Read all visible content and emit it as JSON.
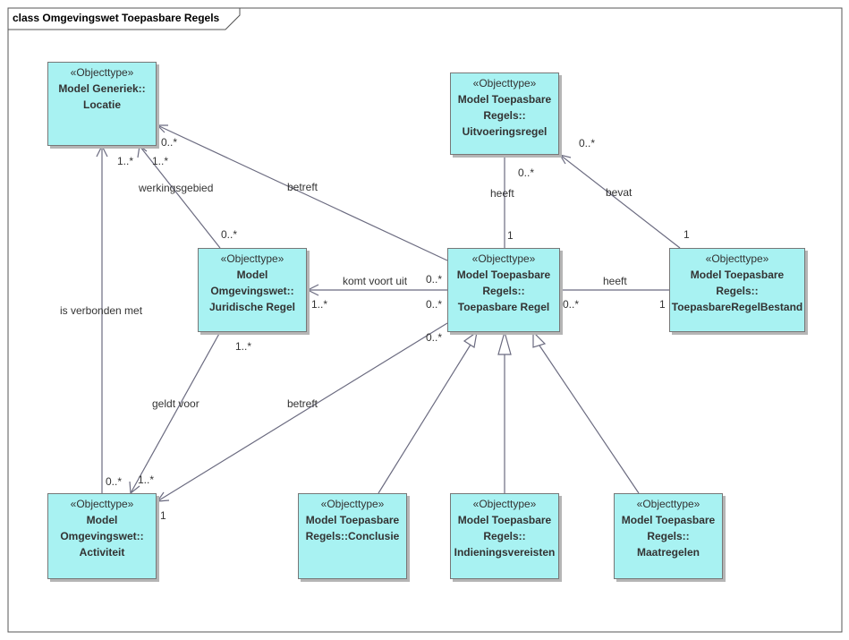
{
  "frame": {
    "title": "class Omgevingswet Toepasbare Regels"
  },
  "classes": [
    {
      "id": "locatie",
      "stereotype": "«Objecttype»",
      "name": "Model Generiek::\nLocatie"
    },
    {
      "id": "uitvoeringsregel",
      "stereotype": "«Objecttype»",
      "name": "Model Toepasbare\nRegels::\nUitvoeringsregel"
    },
    {
      "id": "juridische",
      "stereotype": "«Objecttype»",
      "name": "Model\nOmgevingswet::\nJuridische Regel"
    },
    {
      "id": "toepasbare",
      "stereotype": "«Objecttype»",
      "name": "Model Toepasbare\nRegels::\nToepasbare Regel"
    },
    {
      "id": "bestand",
      "stereotype": "«Objecttype»",
      "name": "Model Toepasbare\nRegels::\nToepasbareRegelBestand"
    },
    {
      "id": "activiteit",
      "stereotype": "«Objecttype»",
      "name": "Model\nOmgevingswet::\nActiviteit"
    },
    {
      "id": "conclusie",
      "stereotype": "«Objecttype»",
      "name": "Model Toepasbare\nRegels::Conclusie"
    },
    {
      "id": "indienings",
      "stereotype": "«Objecttype»",
      "name": "Model Toepasbare\nRegels::\nIndieningsvereisten"
    },
    {
      "id": "maatregelen",
      "stereotype": "«Objecttype»",
      "name": "Model Toepasbare\nRegels::\nMaatregelen"
    }
  ],
  "associations": {
    "verbonden": {
      "label": "is verbonden met",
      "source_mult": "0..*",
      "target_mult": "1..*"
    },
    "werkingsgebied": {
      "label": "werkingsgebied",
      "source_mult": "0..*",
      "target_mult": "1..*"
    },
    "betreft_locatie": {
      "label": "betreft",
      "target_mult": "0..*"
    },
    "heeft_uitvoering": {
      "label": "heeft",
      "source_mult": "1",
      "target_mult": "0..*"
    },
    "bevat": {
      "label": "bevat",
      "source_mult": "1",
      "target_mult": "0..*"
    },
    "komt_voort_uit": {
      "label": "komt voort uit",
      "source_mult": "0..*",
      "target_mult": "1..*"
    },
    "heeft_bestand": {
      "label": "heeft",
      "source_mult": "0..*",
      "target_mult": "1"
    },
    "geldt_voor": {
      "label": "geldt voor",
      "source_mult": "1..*",
      "target_mult": "1..*"
    },
    "betreft_activiteit": {
      "label": "betreft",
      "source_mult": "0..*",
      "target_mult": "1"
    }
  }
}
